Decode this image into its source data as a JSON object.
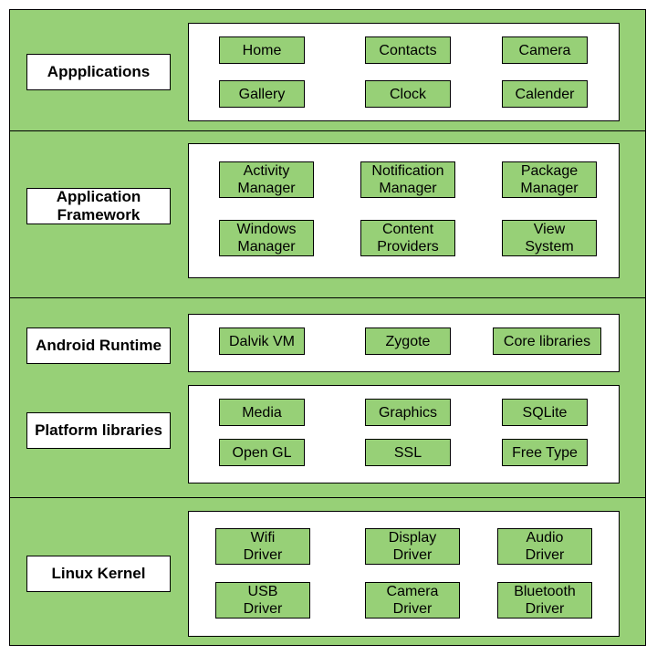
{
  "layers": {
    "applications": {
      "label": "Appplications",
      "items": [
        "Home",
        "Contacts",
        "Camera",
        "Gallery",
        "Clock",
        "Calender"
      ]
    },
    "framework": {
      "label": "Application\nFramework",
      "items": [
        "Activity\nManager",
        "Notification\nManager",
        "Package\nManager",
        "Windows\nManager",
        "Content\nProviders",
        "View\nSystem"
      ]
    },
    "runtime": {
      "label": "Android Runtime",
      "items": [
        "Dalvik VM",
        "Zygote",
        "Core libraries"
      ]
    },
    "platform": {
      "label": "Platform libraries",
      "items": [
        "Media",
        "Graphics",
        "SQLite",
        "Open GL",
        "SSL",
        "Free Type"
      ]
    },
    "kernel": {
      "label": "Linux Kernel",
      "items": [
        "Wifi\nDriver",
        "Display\nDriver",
        "Audio\nDriver",
        "USB\nDriver",
        "Camera\nDriver",
        "Bluetooth\nDriver"
      ]
    }
  },
  "colors": {
    "band_fill": "#97d077",
    "box_fill": "#97d077",
    "panel_fill": "#ffffff",
    "border": "#000000"
  }
}
